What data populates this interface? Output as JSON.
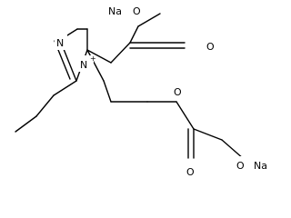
{
  "diagram": {
    "type": "chemical-structure",
    "atoms": {
      "sodium_top": "Na",
      "oxygen_top_link": "O",
      "oxygen_top_carbonyl": "O",
      "nitrogen_ring_imine": "N",
      "nitrogen_ring_cation": "N",
      "nitrogen_charge": "+",
      "oxygen_ether": "O",
      "oxygen_bottom_carbonyl": "O",
      "oxygen_bottom_link": "O",
      "sodium_bottom": "Na"
    }
  }
}
